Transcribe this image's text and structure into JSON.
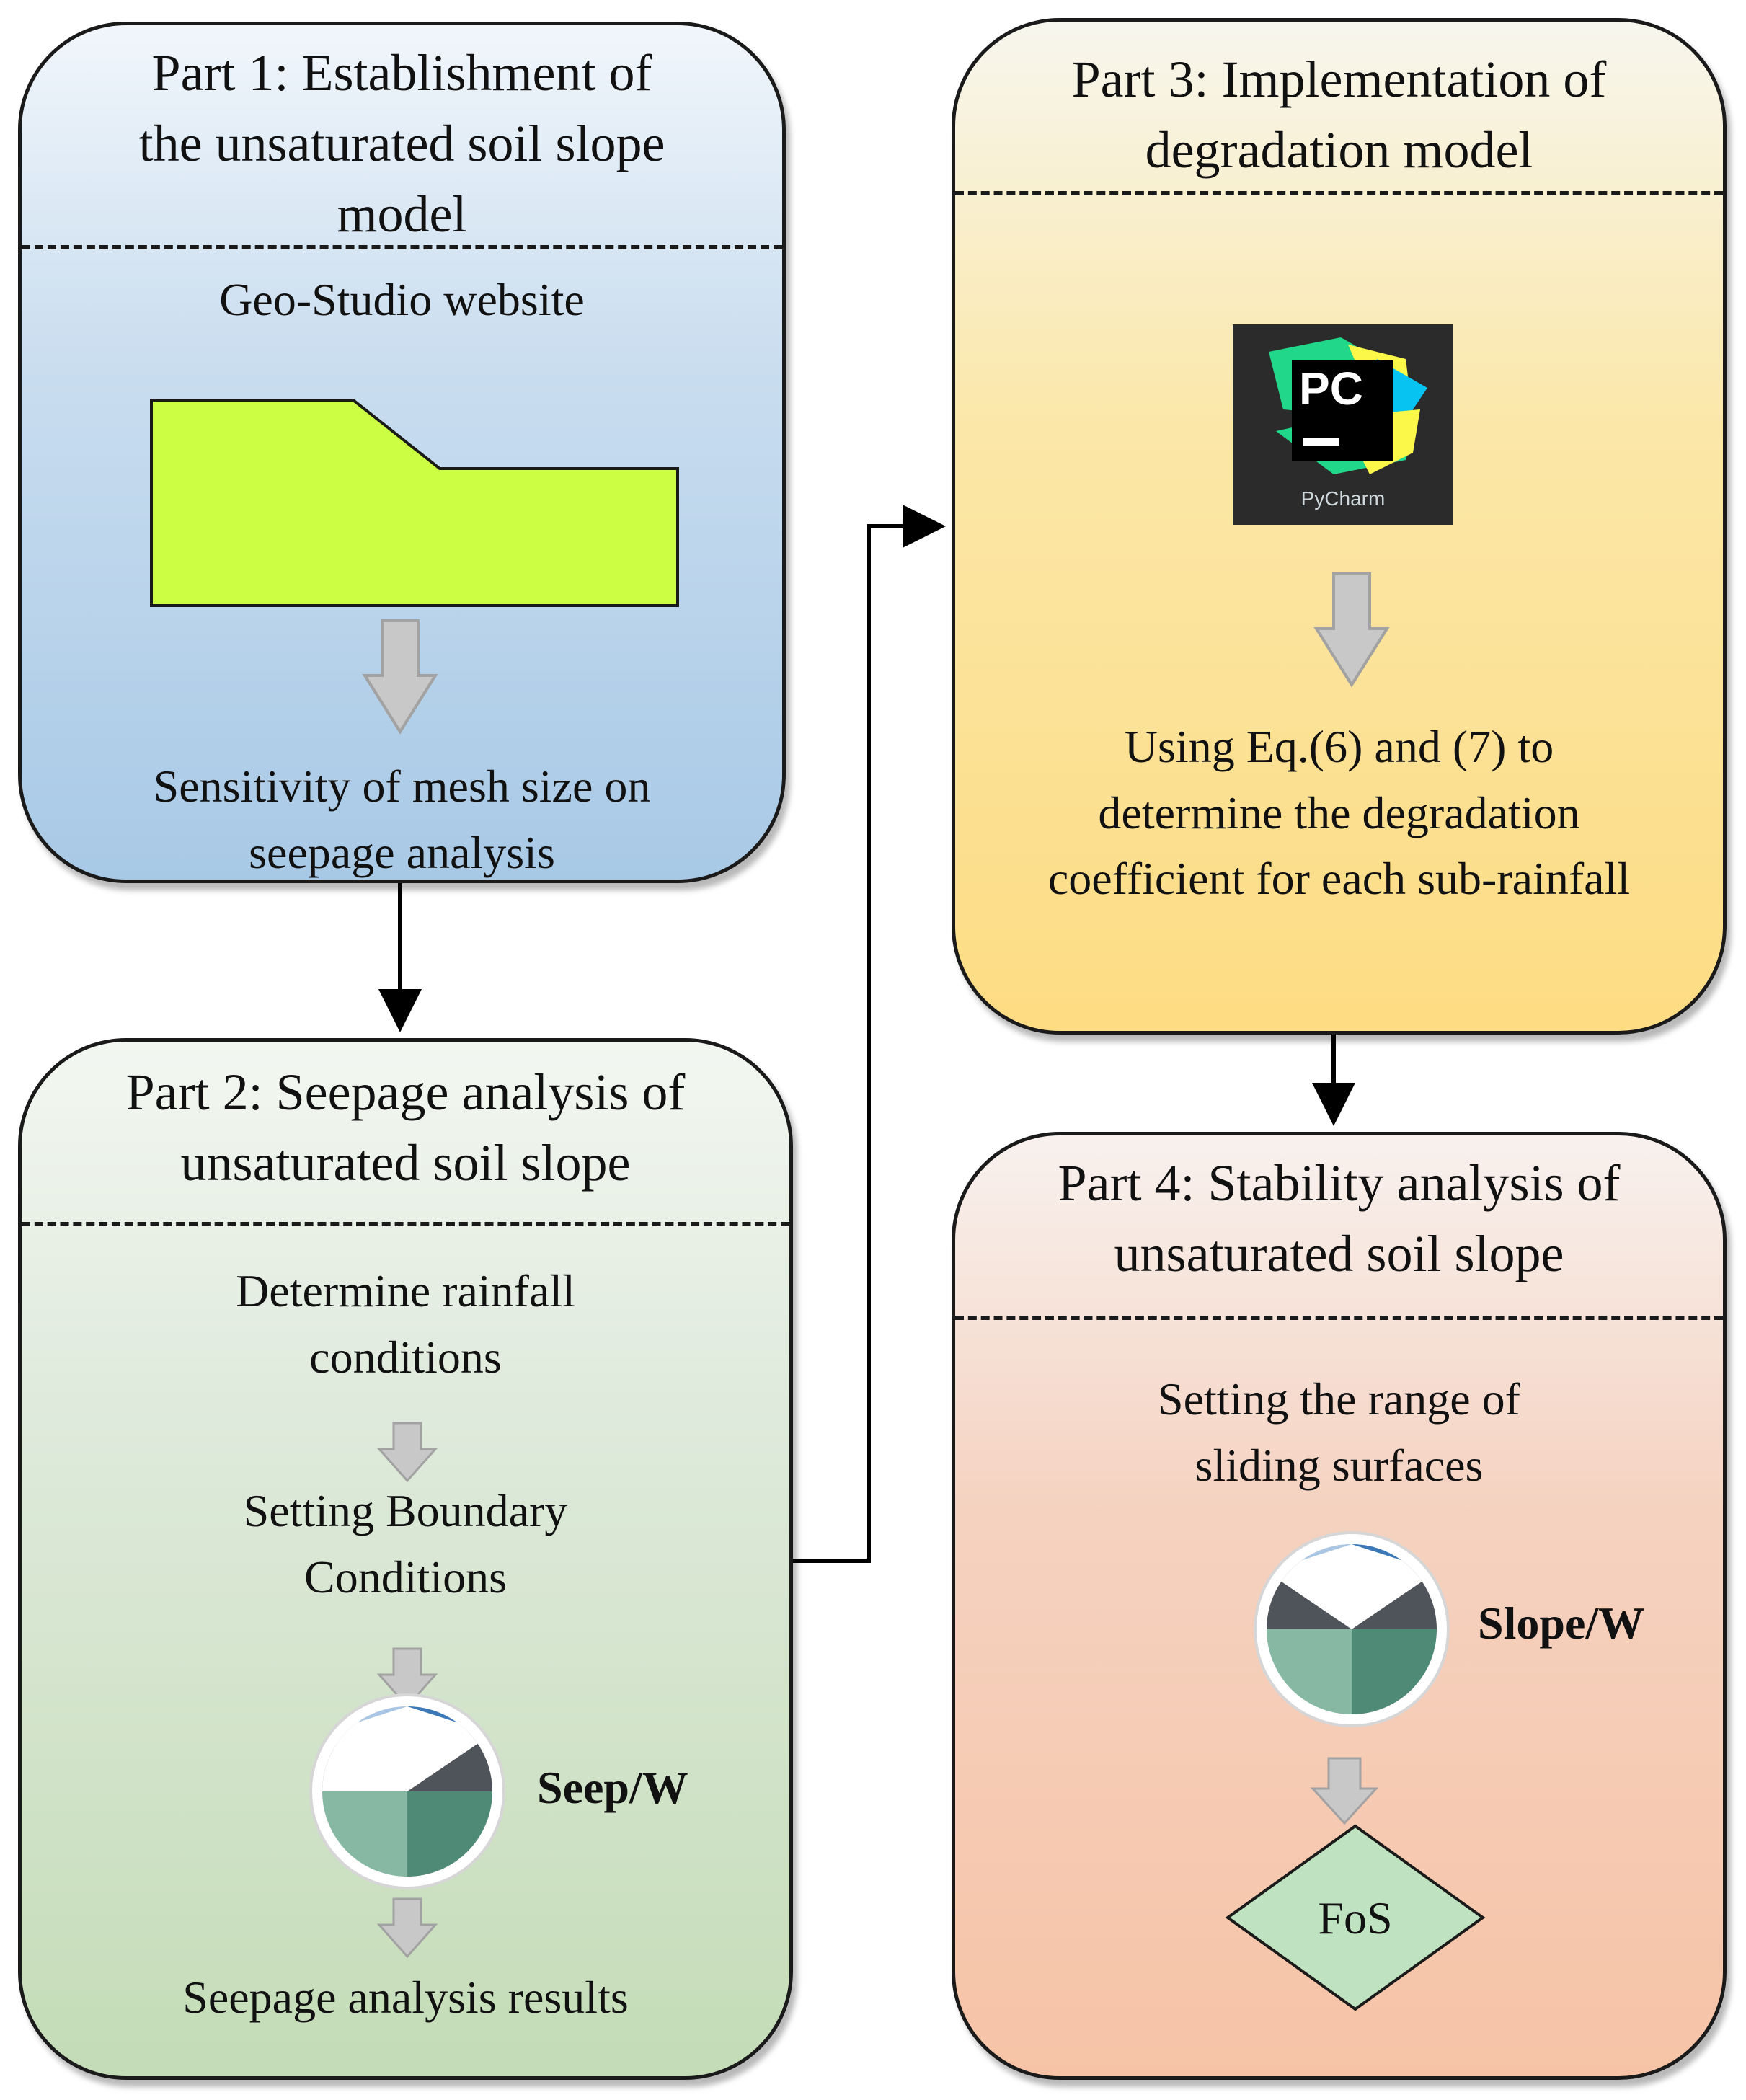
{
  "part1": {
    "title_lines": [
      "Part 1: Establishment of",
      "the unsaturated soil slope",
      "model"
    ],
    "website_label": "Geo-Studio website",
    "result_lines": [
      "Sensitivity of mesh size on",
      "seepage analysis"
    ]
  },
  "part2": {
    "title_lines": [
      "Part 2: Seepage analysis of",
      "unsaturated soil slope"
    ],
    "step1_lines": [
      "Determine rainfall",
      "conditions"
    ],
    "step2_lines": [
      "Setting Boundary",
      "Conditions"
    ],
    "tool_label": "Seep/W",
    "result": "Seepage analysis results"
  },
  "part3": {
    "title_lines": [
      "Part 3: Implementation of",
      "degradation model"
    ],
    "logo_initials": "PC",
    "logo_name": "PyCharm",
    "step_lines": [
      "Using Eq.(6) and (7) to",
      "determine the degradation",
      "coefficient for each sub-rainfall"
    ]
  },
  "part4": {
    "title_lines": [
      "Part 4: Stability analysis of",
      "unsaturated soil slope"
    ],
    "step_lines": [
      "Setting the range of",
      "sliding surfaces"
    ],
    "tool_label": "Slope/W",
    "result": "FoS"
  },
  "colors": {
    "part1_fill": "#a8c9e6",
    "part2_fill": "#c4dcb7",
    "part3_fill": "#fddc83",
    "part4_fill": "#f6c3a6",
    "slope_model_fill": "#ccff44",
    "fos_fill": "#bfe3c0",
    "tool_icon_blue": "#3a78b8",
    "tool_icon_dark": "#4f545b",
    "tool_icon_green": "#6ea791"
  }
}
